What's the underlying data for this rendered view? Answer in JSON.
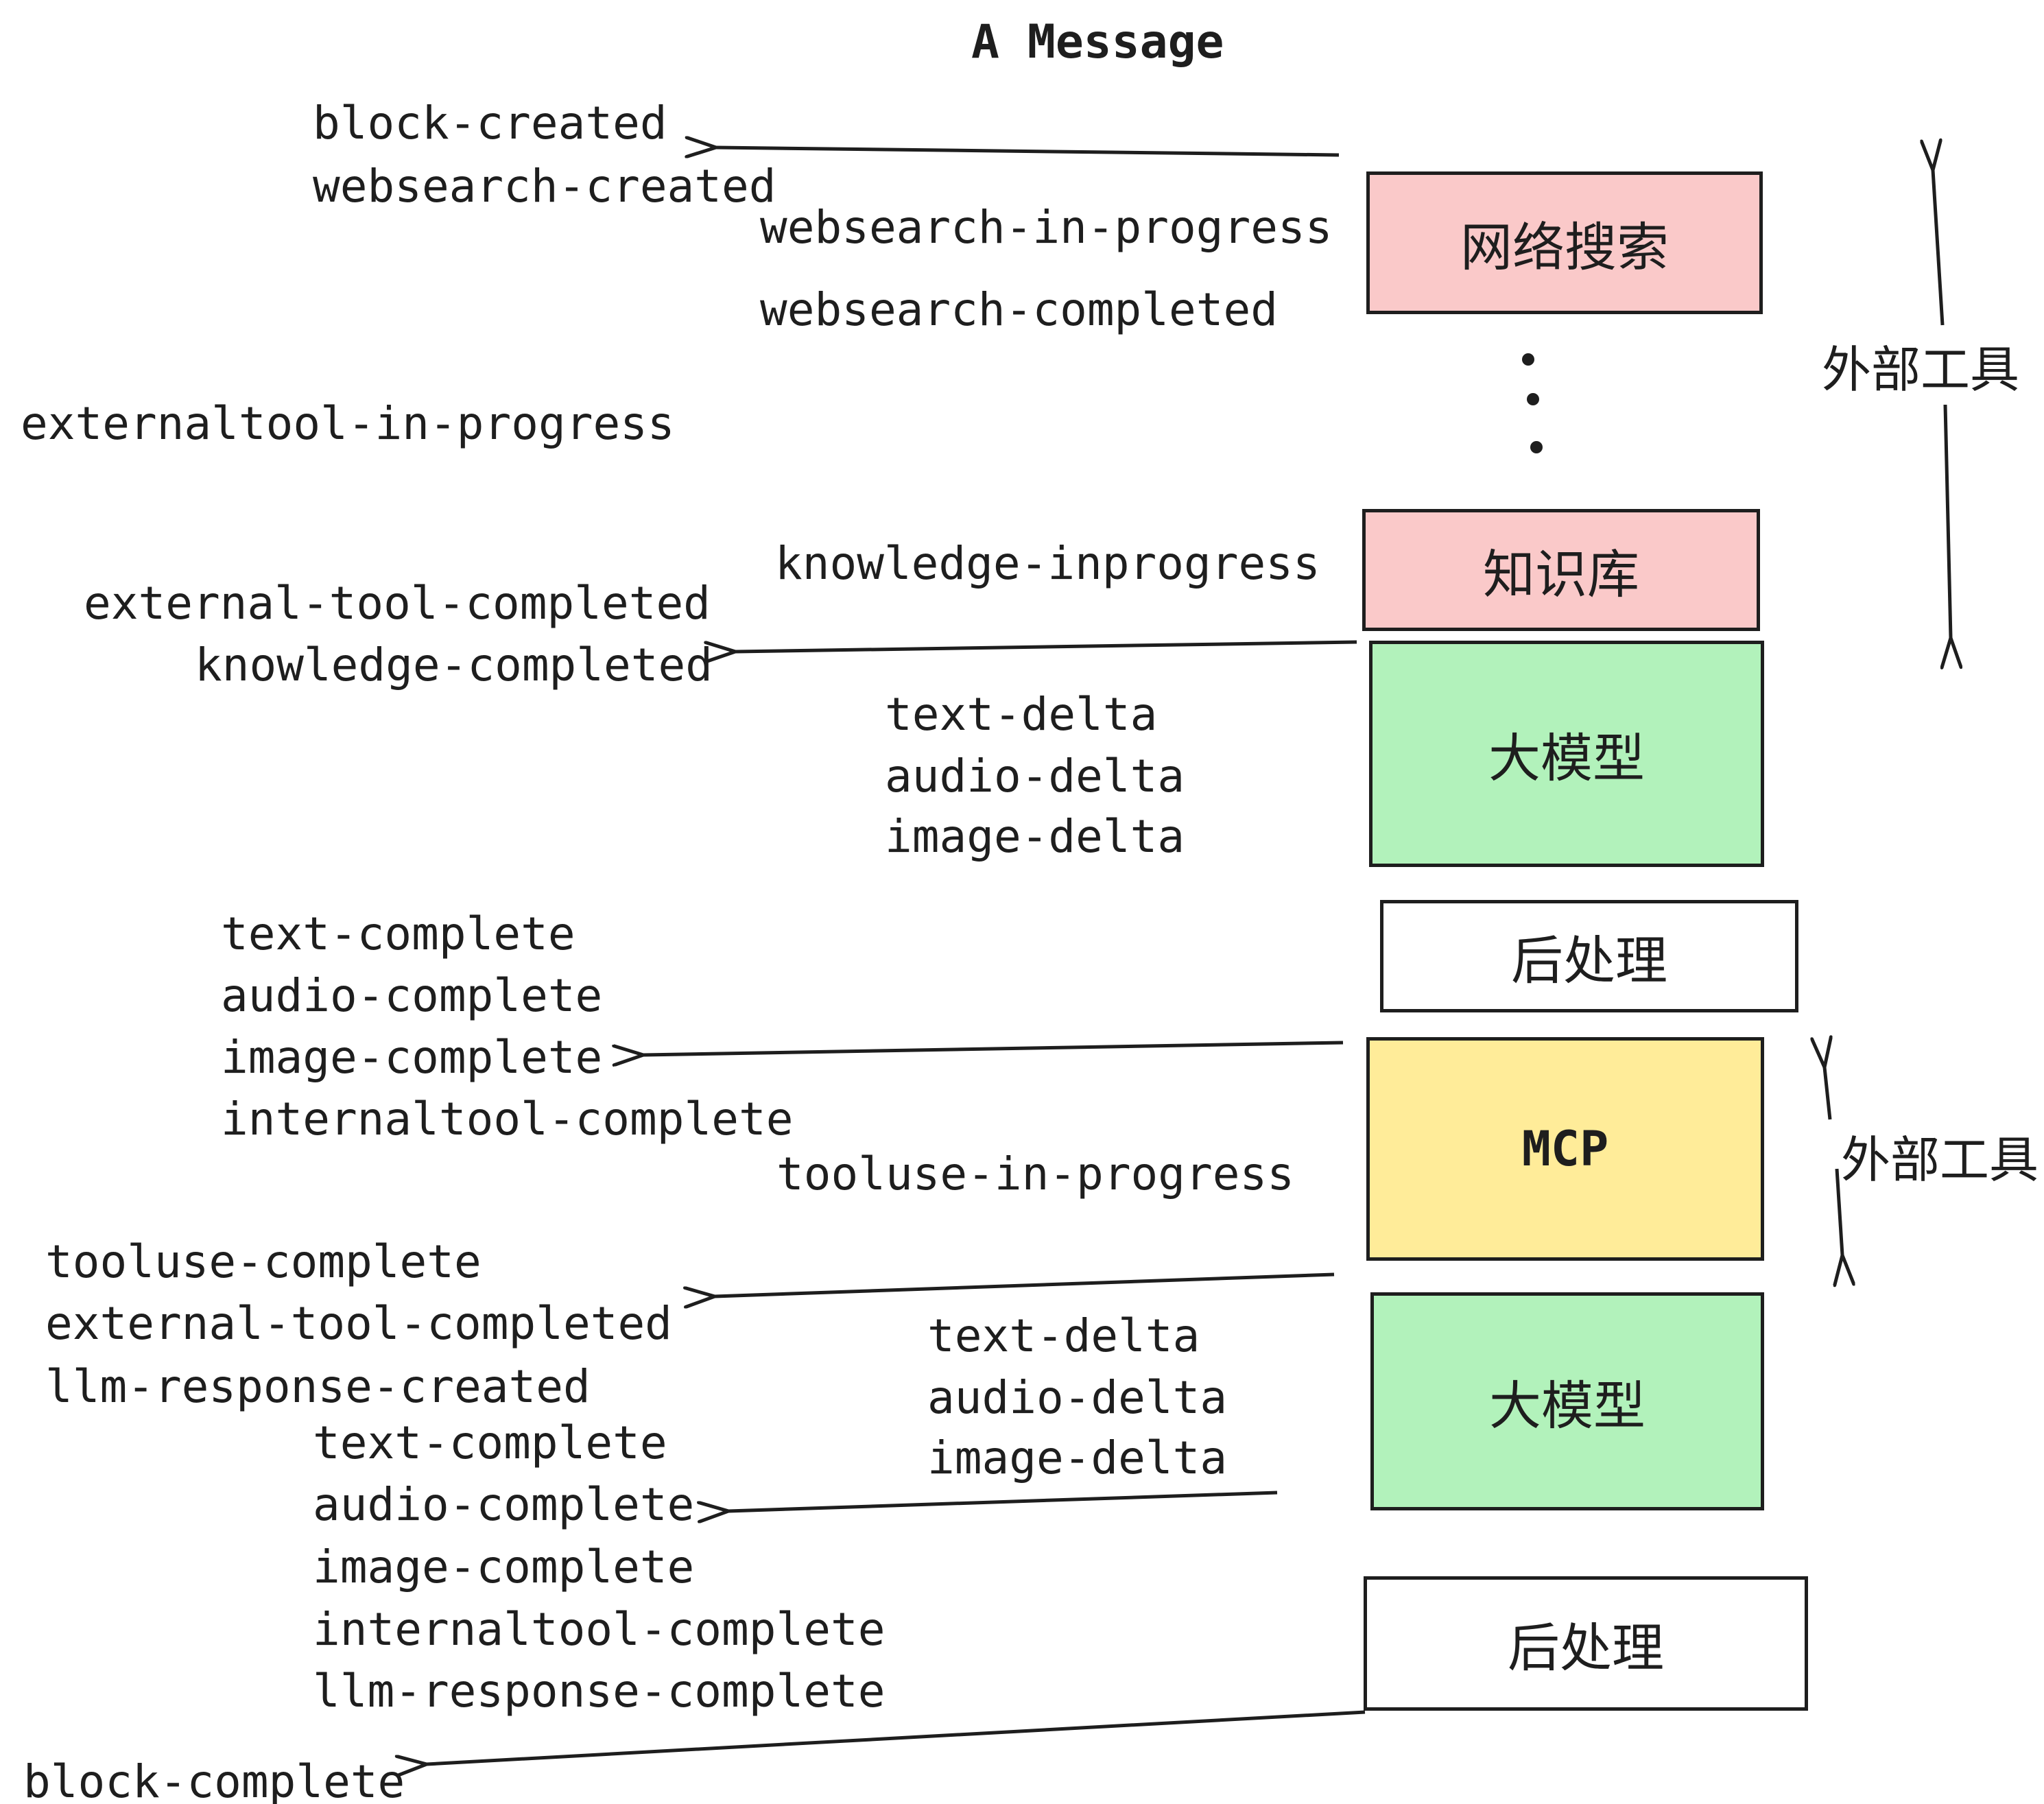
{
  "title": "A Message",
  "colors": {
    "pink": "#fac9c9",
    "green": "#b2f2bb",
    "yellow": "#ffec99",
    "white": "#ffffff",
    "stroke": "#1e1e1e",
    "background": "#ffffff"
  },
  "boxes": {
    "websearch": {
      "label": "网络搜索"
    },
    "knowledge": {
      "label": "知识库"
    },
    "model1": {
      "label": "大模型"
    },
    "post1": {
      "label": "后处理"
    },
    "mcp": {
      "label": "MCP"
    },
    "model2": {
      "label": "大模型"
    },
    "post2": {
      "label": "后处理"
    }
  },
  "side": {
    "external_tools_top": "外部工具",
    "external_tools_bottom": "外部工具"
  },
  "events": {
    "block_created": "block-created",
    "websearch_created": "websearch-created",
    "websearch_in_progress": "websearch-in-progress",
    "websearch_completed": "websearch-completed",
    "externaltool_in_progress": "externaltool-in-progress",
    "knowledge_inprogress": "knowledge-inprogress",
    "external_tool_completed": "external-tool-completed",
    "knowledge_completed": "knowledge-completed",
    "text_delta": "text-delta",
    "audio_delta": "audio-delta",
    "image_delta": "image-delta",
    "text_complete": "text-complete",
    "audio_complete": "audio-complete",
    "image_complete": "image-complete",
    "internaltool_complete": "internaltool-complete",
    "tooluse_in_progress": "tooluse-in-progress",
    "tooluse_complete": "tooluse-complete",
    "llm_response_created": "llm-response-created",
    "llm_response_complete": "llm-response-complete",
    "block_complete": "block-complete"
  }
}
